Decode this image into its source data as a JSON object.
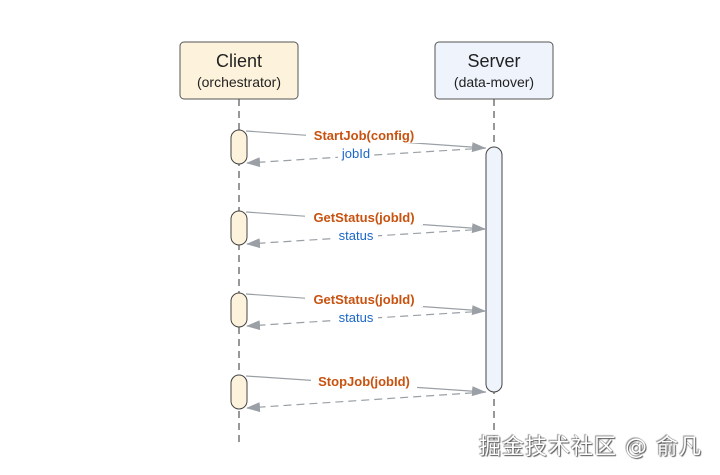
{
  "participants": [
    {
      "id": "client",
      "title": "Client",
      "subtitle": "(orchestrator)",
      "fill": "#fdf3dc",
      "stroke": "#555555"
    },
    {
      "id": "server",
      "title": "Server",
      "subtitle": "(data-mover)",
      "fill": "#eef3fc",
      "stroke": "#555555"
    }
  ],
  "messages": [
    {
      "call": "StartJob(config)",
      "reply": "jobId"
    },
    {
      "call": "GetStatus(jobId)",
      "reply": "status"
    },
    {
      "call": "GetStatus(jobId)",
      "reply": "status"
    },
    {
      "call": "StopJob(jobId)",
      "reply": ""
    }
  ],
  "colors": {
    "call_label": "#c8520f",
    "reply_label": "#1a66c9",
    "arrow": "#9aa0a6",
    "lifeline": "#777777"
  },
  "watermark": "掘金技术社区 @ 俞凡"
}
